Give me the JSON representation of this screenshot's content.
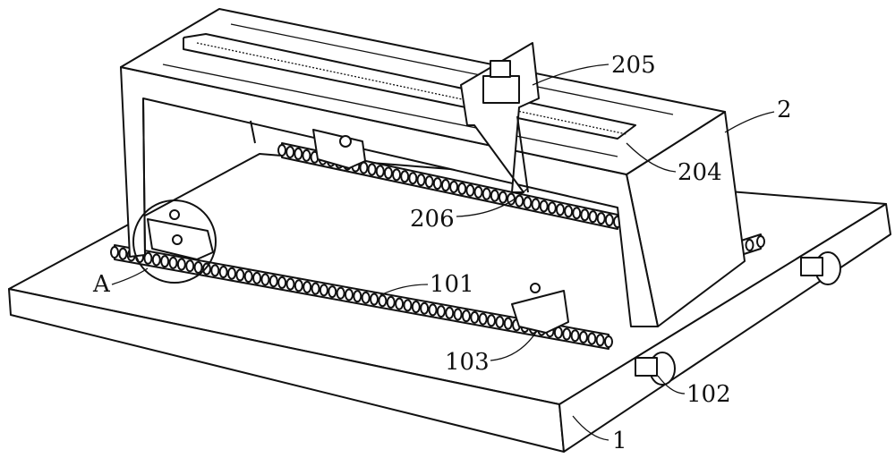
{
  "labels": {
    "l205": "205",
    "l2": "2",
    "l204": "204",
    "l206": "206",
    "lA": "A",
    "l101": "101",
    "l103": "103",
    "l102": "102",
    "l1": "1"
  }
}
